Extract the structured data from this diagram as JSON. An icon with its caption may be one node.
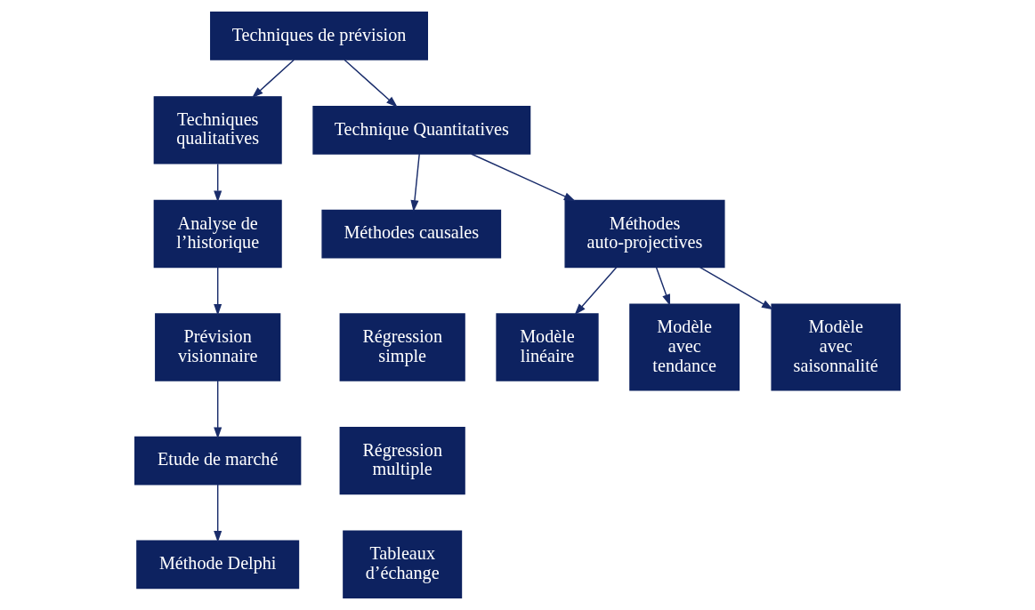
{
  "diagram": {
    "nodes": [
      {
        "text": [
          "Techniques de prévision"
        ]
      },
      {
        "text": [
          "Techniques qualitatives"
        ]
      },
      {
        "text": [
          "Technique Quantitatives"
        ]
      },
      {
        "text": [
          "Analyse de l’historique"
        ]
      },
      {
        "text": [
          "Prévision visionnaire"
        ]
      },
      {
        "text": [
          "Etude de marché"
        ]
      },
      {
        "text": [
          "Méthode Delphi"
        ]
      },
      {
        "text": [
          "Méthodes causales"
        ]
      },
      {
        "text": [
          "Méthodes auto-projectives"
        ]
      },
      {
        "text": [
          "Régression simple"
        ]
      },
      {
        "text": [
          "Régression multiple"
        ]
      },
      {
        "text": [
          "Tableaux d’échange"
        ]
      },
      {
        "text": [
          "Modèle linéaire"
        ]
      },
      {
        "text": [
          "Modèle avec tendance"
        ]
      },
      {
        "text": [
          "Modèle avec saisonnalité"
        ]
      }
    ],
    "edges": [
      {
        "from": 0,
        "to": 1,
        "arrow": "to"
      },
      {
        "from": 0,
        "to": 2,
        "arrow": "to"
      },
      {
        "from": 1,
        "to": 3,
        "arrow": "to"
      },
      {
        "from": 3,
        "to": 4,
        "arrow": "to"
      },
      {
        "from": 4,
        "to": 5,
        "arrow": "to"
      },
      {
        "from": 5,
        "to": 6,
        "arrow": "to"
      },
      {
        "from": 2,
        "to": 7,
        "arrow": "to"
      },
      {
        "from": 2,
        "to": 8,
        "arrow": "to"
      },
      {
        "from": 8,
        "to": 12,
        "arrow": "to"
      },
      {
        "from": 8,
        "to": 13,
        "arrow": "to"
      },
      {
        "from": 8,
        "to": 14,
        "arrow": "to"
      }
    ]
  }
}
